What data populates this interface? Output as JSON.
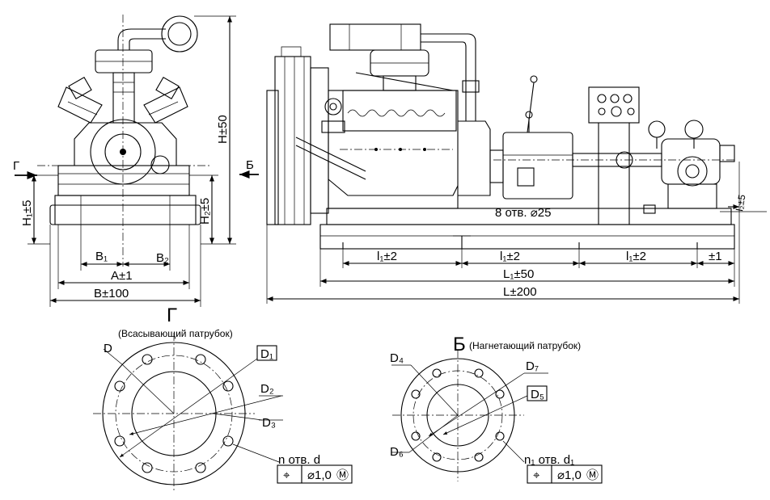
{
  "front_view": {
    "arrow_g": "Г",
    "dim_h1": "H₁±5",
    "dim_h2": "H₂±5",
    "dim_h": "H±50",
    "dim_b1": "B₁",
    "dim_b2": "B₂",
    "dim_a": "A±1",
    "dim_b": "B±100"
  },
  "side_view": {
    "arrow_b": "Б",
    "holes": "8 отв. ⌀25",
    "dim_l1_a": "l₁±2",
    "dim_l1_b": "l₁±2",
    "dim_l1_c": "l₁±2",
    "dim_end": "±1",
    "dim_L1": "L₁±50",
    "dim_L": "L±200",
    "dim_l2": "l₂±5"
  },
  "suction_flange": {
    "view_letter": "Г",
    "caption": "(Всасывающий патрубок)",
    "d": "D",
    "d1": "D₁",
    "d2": "D₂",
    "d3": "D₃",
    "holes": "n отв. d",
    "tol_symbol": "⌖",
    "tolerance": "⌀1,0",
    "modifier": "Ⓜ"
  },
  "discharge_flange": {
    "view_letter": "Б",
    "caption": "(Нагнетающий патрубок)",
    "d4": "D₄",
    "d5": "D₅",
    "d6": "D₆",
    "d7": "D₇",
    "holes": "n₁ отв. d₁",
    "tol_symbol": "⌖",
    "tolerance": "⌀1,0",
    "modifier": "Ⓜ"
  }
}
